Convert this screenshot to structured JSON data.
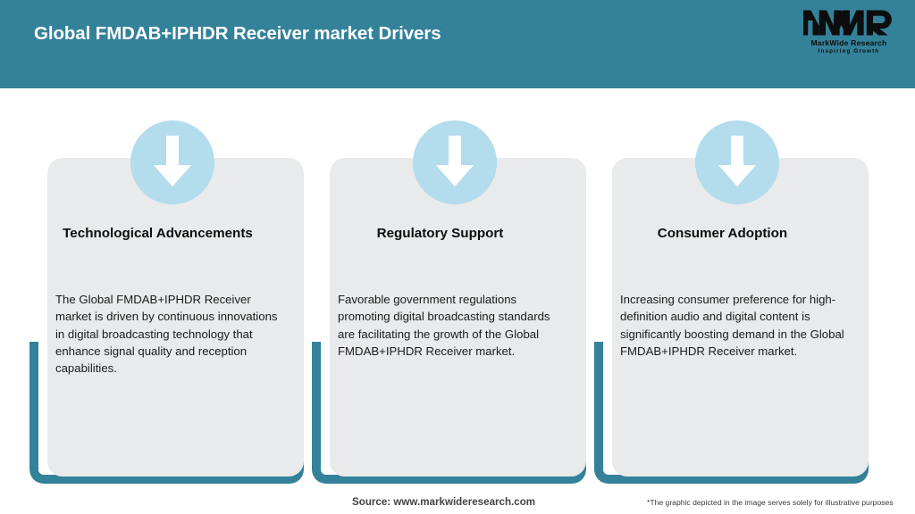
{
  "header": {
    "title": "Global FMDAB+IPHDR Receiver market Drivers",
    "background_color": "#34819a",
    "title_color": "#ffffff"
  },
  "logo": {
    "mark_text": "MWR",
    "company_name": "MarkWide Research",
    "tagline": "Inspiring Growth",
    "color": "#0d0d0d"
  },
  "colors": {
    "accent_teal": "#34819a",
    "panel_grey": "#e8eaeb",
    "badge_blue": "#b3dced",
    "arrow_white": "#ffffff"
  },
  "cards": [
    {
      "icon": "down-arrow-icon",
      "heading": "Technological Advancements",
      "body": "The Global FMDAB+IPHDR Receiver market is driven by continuous innovations in digital broadcasting technology that enhance signal quality and reception capabilities."
    },
    {
      "icon": "down-arrow-icon",
      "heading": "Regulatory Support",
      "body": "Favorable government regulations promoting digital broadcasting standards are facilitating the growth of the Global FMDAB+IPHDR Receiver market."
    },
    {
      "icon": "down-arrow-icon",
      "heading": "Consumer Adoption",
      "body": "Increasing consumer preference for high-definition audio and digital content is significantly boosting demand in the Global FMDAB+IPHDR Receiver market."
    }
  ],
  "footer": {
    "source": "Source: www.markwideresearch.com",
    "disclaimer": "*The graphic depicted in the image serves solely for illustrative purposes"
  }
}
